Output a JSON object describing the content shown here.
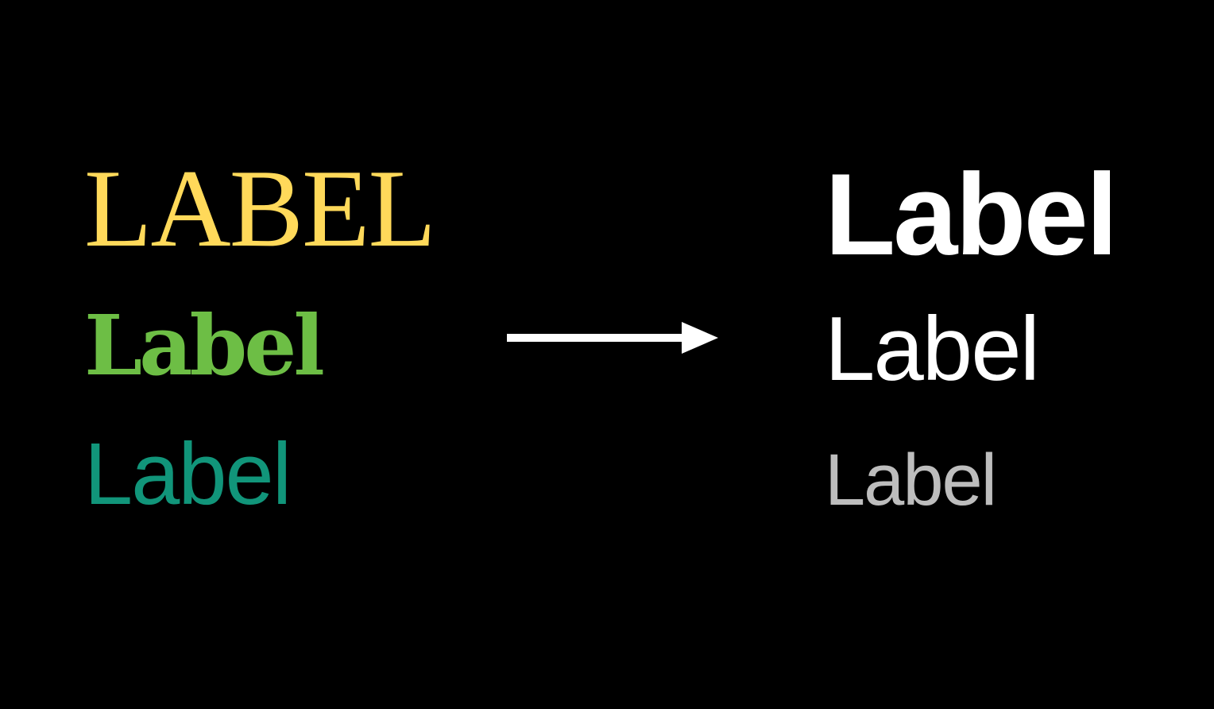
{
  "left_labels": [
    {
      "text": "LABEL",
      "color": "#FFD95A"
    },
    {
      "text": "Label",
      "color": "#6DBE45"
    },
    {
      "text": "Label",
      "color": "#11957A"
    }
  ],
  "right_labels": [
    {
      "text": "Label",
      "color": "#FFFFFF"
    },
    {
      "text": "Label",
      "color": "#FFFFFF"
    },
    {
      "text": "Label",
      "color": "#BDBDBD"
    }
  ],
  "arrow": {
    "icon": "right-arrow-icon",
    "color": "#FFFFFF"
  },
  "background_color": "#000000"
}
